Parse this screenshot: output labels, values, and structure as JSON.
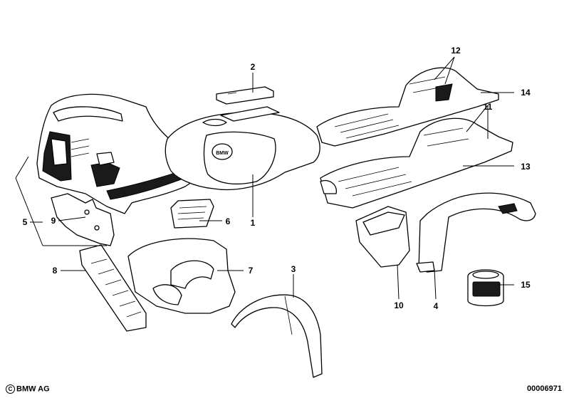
{
  "callouts": [
    {
      "id": "1",
      "label": "1"
    },
    {
      "id": "2",
      "label": "2"
    },
    {
      "id": "3",
      "label": "3"
    },
    {
      "id": "4",
      "label": "4"
    },
    {
      "id": "5",
      "label": "5"
    },
    {
      "id": "6",
      "label": "6"
    },
    {
      "id": "7",
      "label": "7"
    },
    {
      "id": "8",
      "label": "8"
    },
    {
      "id": "9",
      "label": "9"
    },
    {
      "id": "10",
      "label": "10"
    },
    {
      "id": "11",
      "label": "11"
    },
    {
      "id": "12",
      "label": "12"
    },
    {
      "id": "13",
      "label": "13"
    },
    {
      "id": "14",
      "label": "14"
    },
    {
      "id": "15",
      "label": "15"
    }
  ],
  "footer": {
    "copyright_symbol": "C",
    "copyright_text": "BMW AG",
    "drawing_number": "00006971"
  },
  "tank_badge": "BMW"
}
